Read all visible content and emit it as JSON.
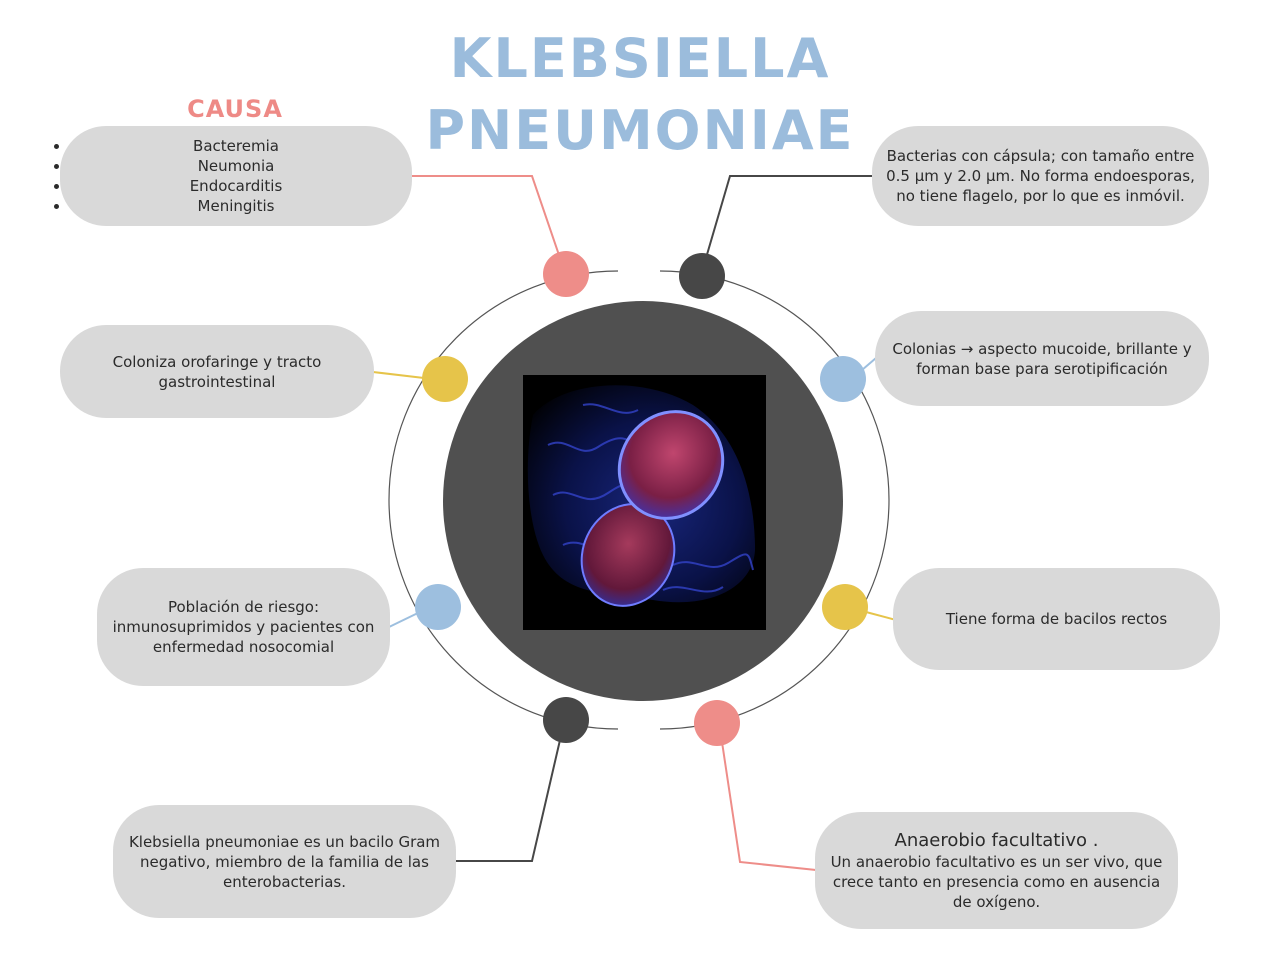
{
  "title": {
    "line1": "KLEBSIELLA",
    "line2": "PNEUMONIAE"
  },
  "causa": {
    "heading": "CAUSA",
    "items": [
      "Bacteremia",
      "Neumonia",
      "Endocarditis",
      "Meningitis"
    ]
  },
  "boxes": {
    "capsula": "Bacterias con cápsula; con tamaño entre 0.5 µm y 2.0 µm. No forma endoesporas, no tiene flagelo, por lo que es inmóvil.",
    "coloniza": "Coloniza  orofaringe  y  tracto gastrointestinal",
    "colonias": "Colonias → aspecto mucoide, brillante y forman base para serotipificación",
    "poblacion": "Población de riesgo: inmunosuprimidos y pacientes con enfermedad nosocomial",
    "forma": "Tiene forma de bacilos rectos",
    "gram": "Klebsiella pneumoniae es un bacilo Gram negativo, miembro de la familia de las enterobacterias.",
    "anaerobio_title": "Anaerobio facultativo .",
    "anaerobio_text": "Un anaerobio facultativo es un ser vivo, que crece tanto en presencia como en ausencia de oxígeno."
  },
  "colors": {
    "title": "#9bbcdc",
    "causa": "#ee8a86",
    "bubble": "#d9d9d9",
    "red": "#ee8d89",
    "dark": "#474747",
    "yellow": "#e6c44a",
    "blue": "#9dbfdf",
    "center": "#505050"
  }
}
